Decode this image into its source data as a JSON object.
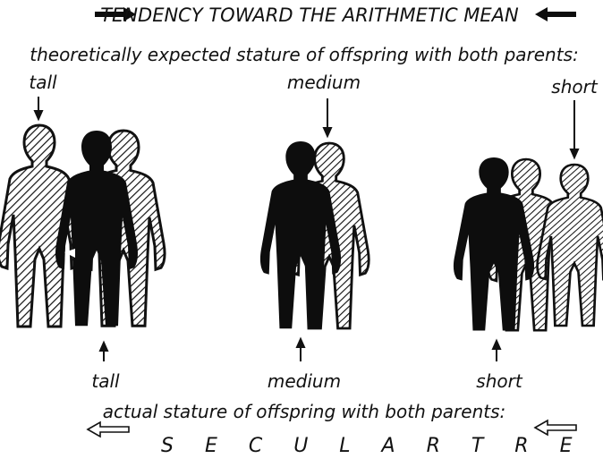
{
  "title": "TENDENCY TOWARD THE ARITHMETIC MEAN",
  "top_caption": "theoretically expected stature of offspring with both parents:",
  "top_labels": {
    "tall": "tall",
    "medium": "medium",
    "short": "short"
  },
  "bottom_labels": {
    "tall": "tall",
    "medium": "medium",
    "short": "short"
  },
  "bottom_caption": "actual stature of offspring with both parents:",
  "trend_label": "S E C U L A R   T R E N D",
  "colors": {
    "ink": "#111111",
    "background": "#ffffff"
  }
}
